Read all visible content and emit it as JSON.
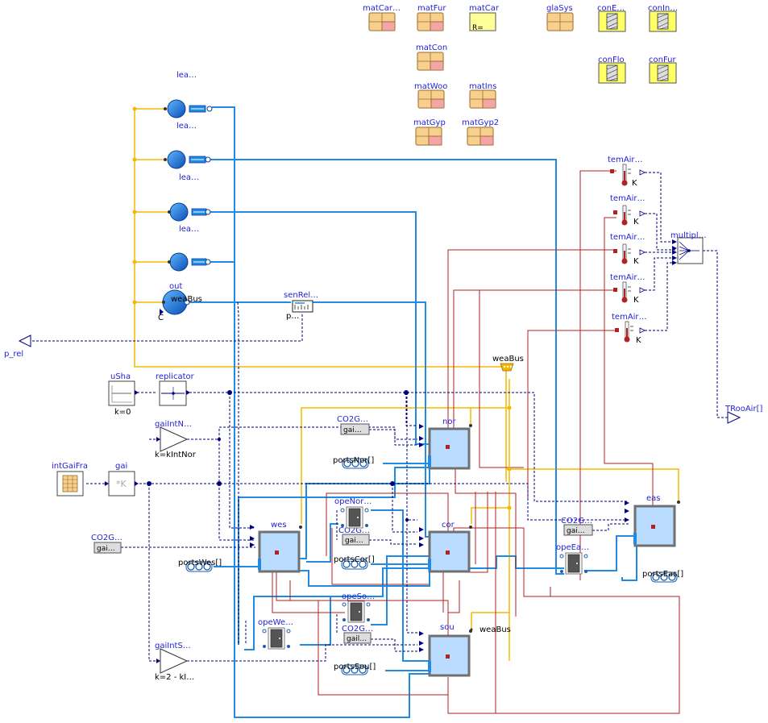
{
  "materials": {
    "matCar1": "matCar…",
    "matFur": "matFur",
    "matCar": "matCar",
    "matCar_param": "R=",
    "glaSys": "glaSys",
    "conE": "conE…",
    "conIn": "conIn…",
    "matCon": "matCon",
    "conFlo": "conFlo",
    "conFur": "conFur",
    "matWoo": "matWoo",
    "matIns": "matIns",
    "matGyp": "matGyp",
    "matGyp2": "matGyp2"
  },
  "leakage": {
    "lea_top": "lea…",
    "lea_1": "lea…",
    "lea_2": "lea…",
    "lea_3": "lea…",
    "out": "out",
    "weaBus_small": "weaBus",
    "out_C": "C"
  },
  "pressure": {
    "senRel": "senRel…",
    "senRel_p": "p…",
    "p_rel": "p_rel"
  },
  "controls": {
    "uSha": "uSha",
    "uSha_k": "k=0",
    "replicator": "replicator",
    "gaiIntNor": "gaiIntN…",
    "gaiIntNor_k": "k=kIntNor",
    "intGaiFra": "intGaiFra",
    "gai": "gai",
    "gai_sym": "*K",
    "gaiIntSou": "gaiIntS…",
    "gaiIntSou_k": "k=2 - kI…"
  },
  "zones": {
    "nor": "nor",
    "wes": "wes",
    "cor": "cor",
    "sou": "sou",
    "eas": "eas"
  },
  "co2": {
    "co2_nor": "CO2G…",
    "co2_nor_gai": "gai…",
    "co2_wes": "CO2G…",
    "co2_wes_gai": "gai…",
    "co2_cor": "CO2G…",
    "co2_cor_gai": "gai…",
    "co2_sou": "CO2G…",
    "co2_sou_gai": "gail…",
    "co2_eas": "CO2G…",
    "co2_eas_gai": "gai…"
  },
  "ports": {
    "portsNor": "portsNor[]",
    "portsWes": "portsWes[]",
    "portsCor": "portsCor[]",
    "portsSou": "portsSou[]",
    "portsEas": "portsEas[]"
  },
  "openings": {
    "opeNor": "opeNor…",
    "opeSou": "opeSo…",
    "opeWes": "opeWe…",
    "opeEas": "opeEa…"
  },
  "sensors": {
    "temAir1": "temAir…",
    "temAir2": "temAir…",
    "temAir3": "temAir…",
    "temAir4": "temAir…",
    "temAir5": "temAir…",
    "unit": "K",
    "multiplex": "multipl…",
    "TRooAir": "TRooAir[]"
  },
  "bus": {
    "weaBus_main": "weaBus",
    "weaBus_sou": "weaBus"
  },
  "colors": {
    "fluid": "#1e8ce6",
    "heat": "#b22222",
    "signal": "#00007f",
    "weather": "#f5b800",
    "label": "#1f1fd6",
    "zone_fill": "#b9dcff",
    "zone_border": "#707070",
    "material_fill": "#f7d08e",
    "material_alt": "#f4a5a5"
  }
}
